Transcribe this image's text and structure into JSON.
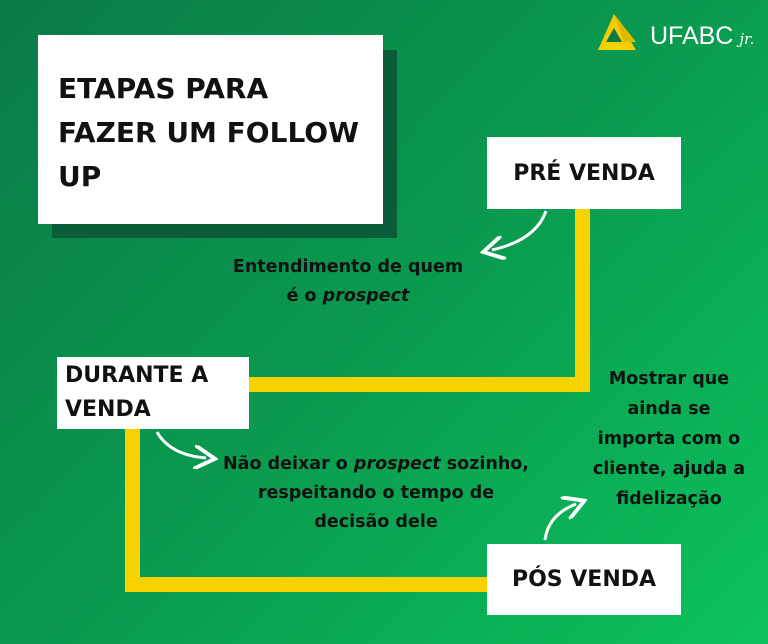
{
  "logo": {
    "text": "UFABC",
    "suffix": "jr."
  },
  "title": "ETAPAS PARA FAZER UM FOLLOW UP",
  "stages": {
    "pre_venda": "PRÉ VENDA",
    "durante_venda": "DURANTE A VENDA",
    "pos_venda": "PÓS VENDA"
  },
  "notes": {
    "pre_line1": "Entendimento de quem",
    "pre_line2_prefix": "é o ",
    "pre_line2_em": "prospect",
    "durante_line1_prefix": "Não deixar o ",
    "durante_line1_em": "prospect",
    "durante_line1_suffix": " sozinho,",
    "durante_line2": "respeitando o tempo de",
    "durante_line3": "decisão dele",
    "pos_lines": [
      "Mostrar que",
      "ainda se",
      "importa com o",
      "cliente, ajuda a",
      "fidelização"
    ]
  },
  "colors": {
    "background_start": "#0b7a48",
    "background_end": "#0cc25c",
    "path": "#f7d200",
    "shadow": "#0b5c38",
    "logo_yellow": "#f7d200"
  }
}
